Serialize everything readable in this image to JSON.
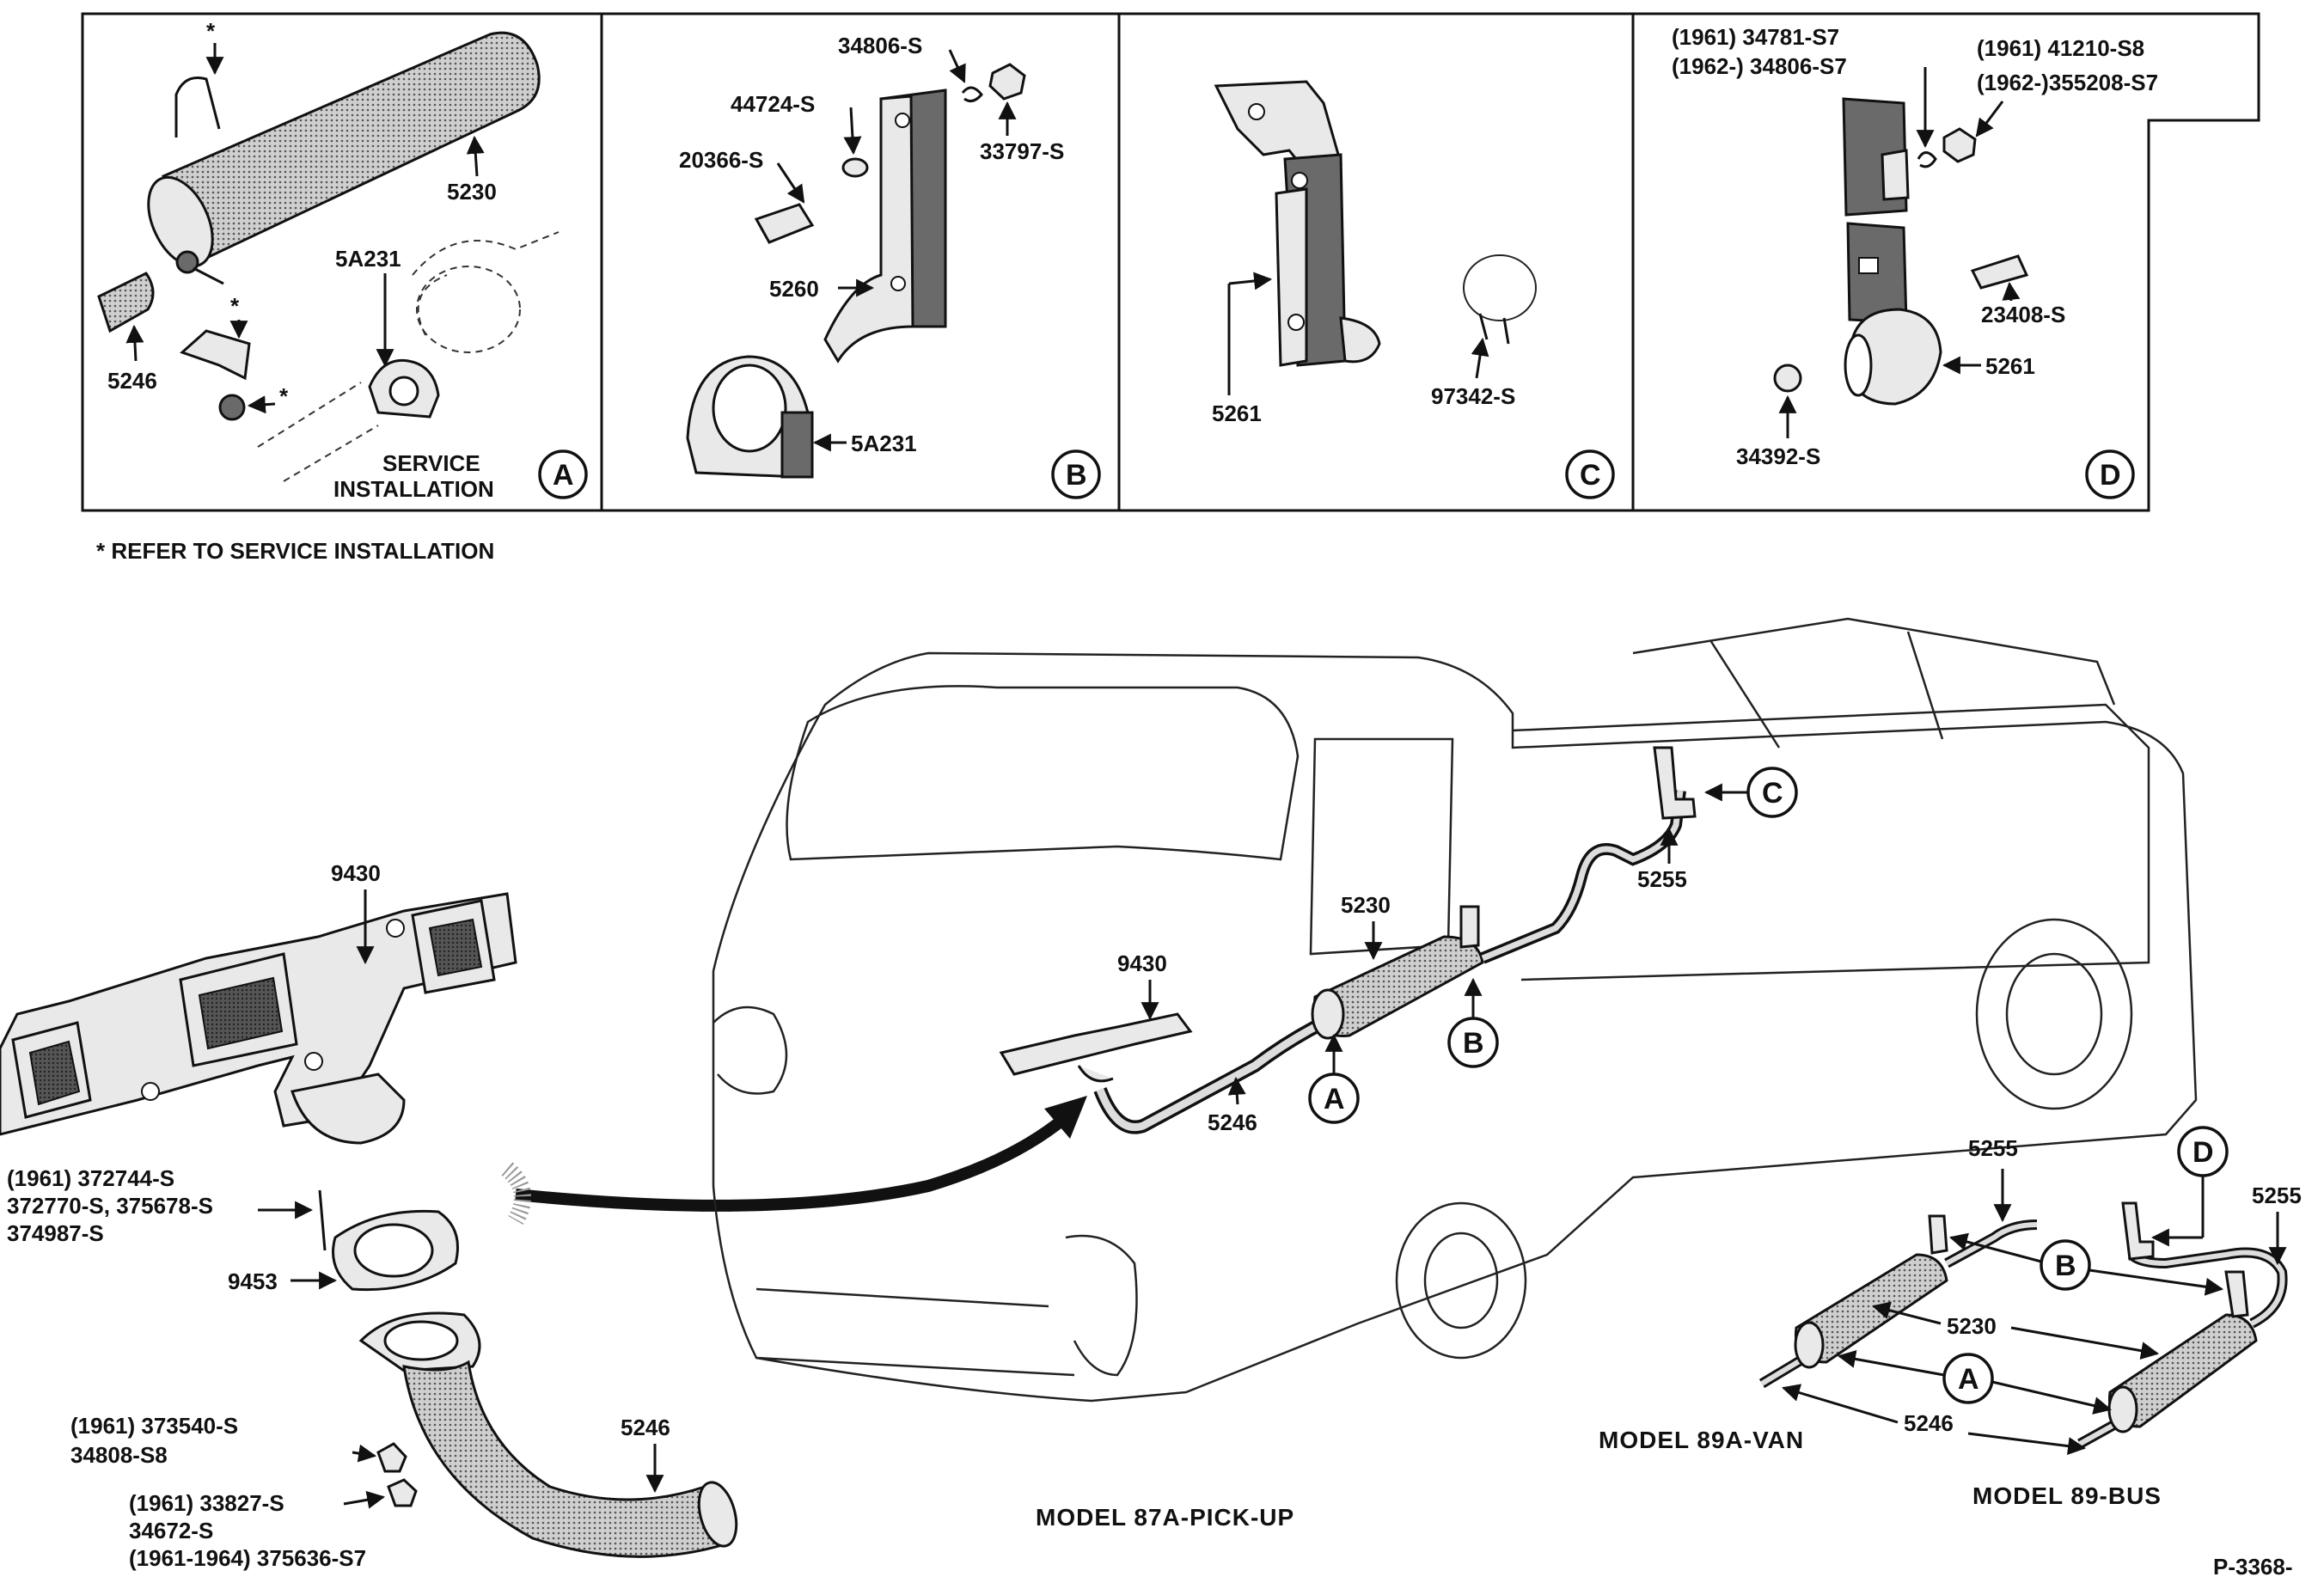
{
  "panels": {
    "A": {
      "labels": [
        "5230",
        "5A231",
        "5246"
      ],
      "star": "*",
      "service_line1": "SERVICE",
      "service_line2": "INSTALLATION",
      "badge": "A"
    },
    "B": {
      "labels": [
        "34806-S",
        "44724-S",
        "33797-S",
        "20366-S",
        "5260",
        "5A231"
      ],
      "badge": "B"
    },
    "C": {
      "labels": [
        "5261",
        "97342-S"
      ],
      "badge": "C"
    },
    "D": {
      "labels": [
        "(1961) 34781-S7",
        "(1962-) 34806-S7",
        "(1961) 41210-S8",
        "(1962-)355208-S7",
        "23408-S",
        "5261",
        "34392-S"
      ],
      "badge": "D"
    }
  },
  "footnote": "* REFER TO SERVICE INSTALLATION",
  "manifold": {
    "labels": [
      "9430",
      "(1961) 372744-S",
      "372770-S, 375678-S",
      "374987-S",
      "9453",
      "(1961) 373540-S",
      "34808-S8",
      "5246",
      "(1961) 33827-S",
      "34672-S",
      "(1961-1964) 375636-S7"
    ]
  },
  "pickup": {
    "labels": [
      "9430",
      "5230",
      "5246",
      "5255"
    ],
    "badges": [
      "A",
      "B",
      "C"
    ],
    "caption": "MODEL 87A-PICK-UP"
  },
  "van_bus": {
    "labels": [
      "5255",
      "5255",
      "5230",
      "5246"
    ],
    "badges": [
      "B",
      "A",
      "D"
    ],
    "caption_van": "MODEL 89A-VAN",
    "caption_bus": "MODEL 89-BUS"
  },
  "figure_id": "P-3368-"
}
